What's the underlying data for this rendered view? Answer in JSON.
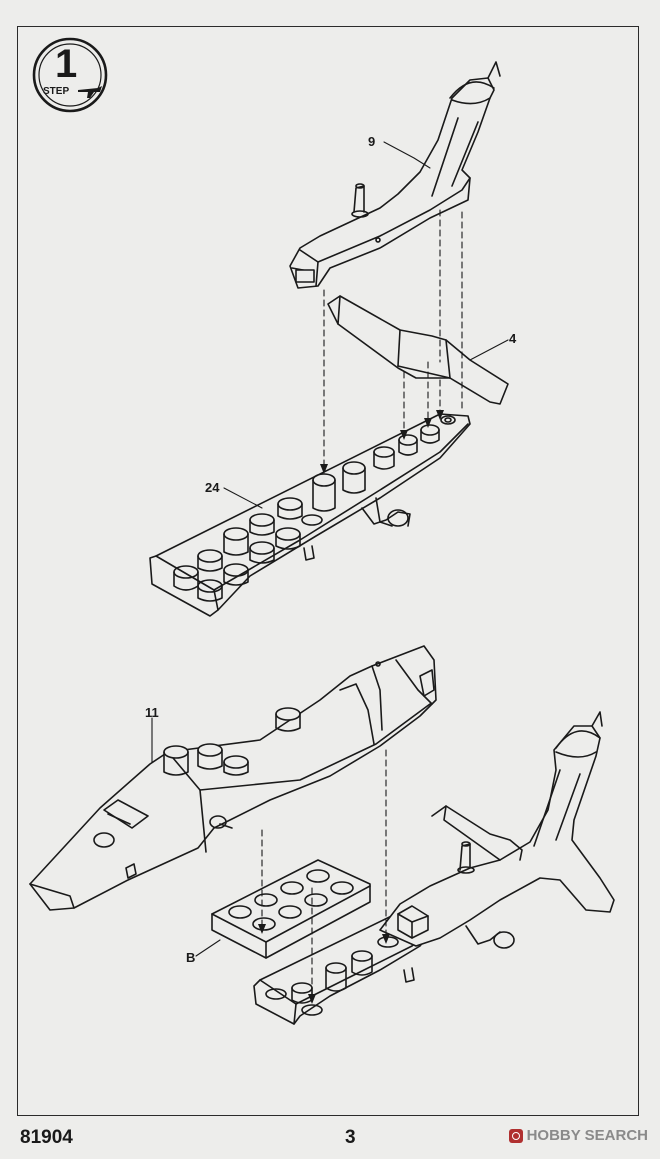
{
  "step": {
    "number": "1",
    "label": "STEP"
  },
  "parts": {
    "upper_fuselage_top": "9",
    "horizontal_stabilizer": "4",
    "lower_fuselage": "24",
    "upper_fuselage_front": "11",
    "brick": "B"
  },
  "footer": {
    "kit_number": "81904",
    "page_number": "3"
  },
  "watermark": {
    "text": "HOBBY SEARCH"
  },
  "colors": {
    "line": "#1a1a1a",
    "paper": "#ededeb",
    "watermark": "#8a8a8a"
  }
}
